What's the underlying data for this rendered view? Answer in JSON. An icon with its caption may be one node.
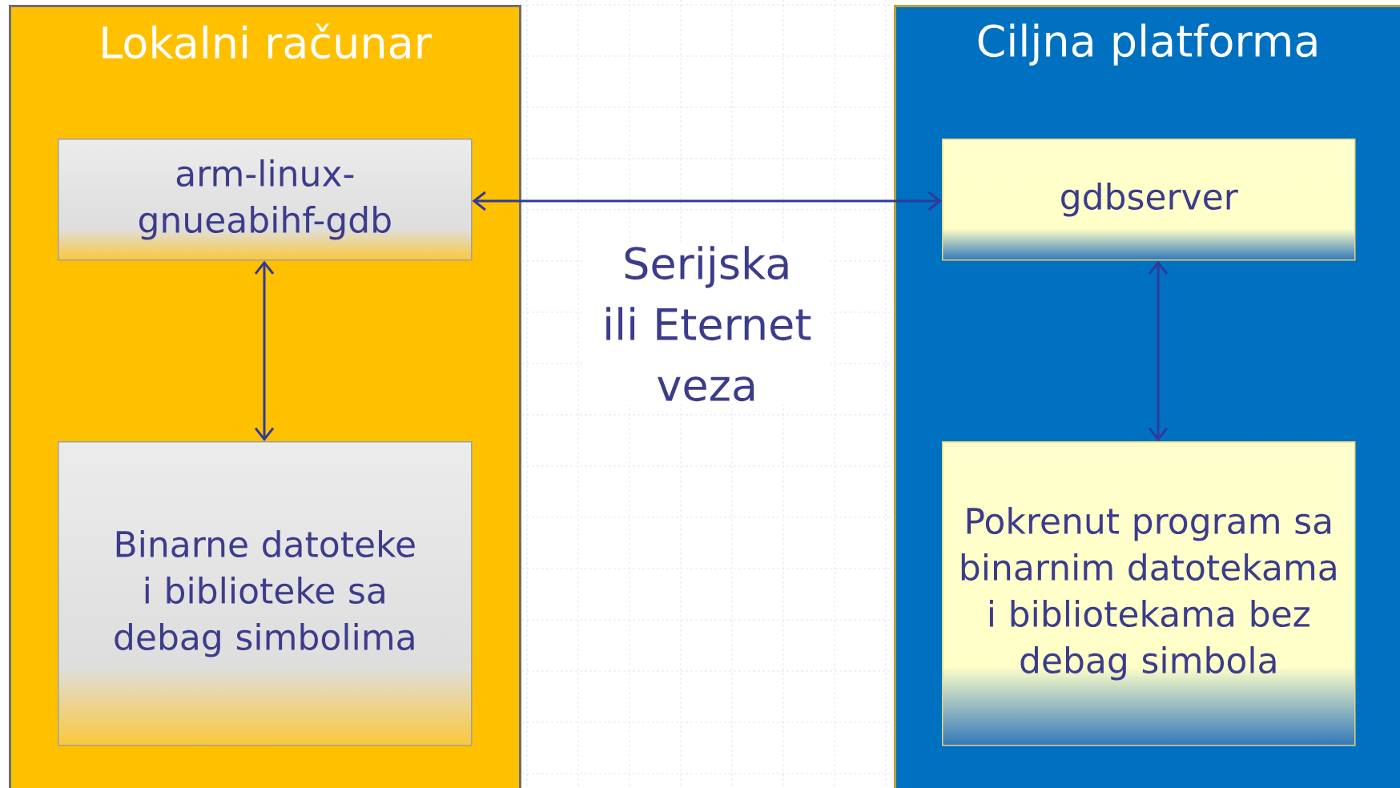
{
  "diagram": {
    "nodes": [
      {
        "text": [
          "Lokalni računar"
        ]
      },
      {
        "text": [
          "arm-linux-gnueabihf-gdb"
        ],
        "in": 0
      },
      {
        "text": [
          "Binarne datoteke i biblioteke sa debag simbolima"
        ],
        "in": 0
      },
      {
        "text": [
          "Ciljna platforma"
        ]
      },
      {
        "text": [
          "gdbserver"
        ],
        "in": 3
      },
      {
        "text": [
          "Pokrenut program sa binarnim datotekama i bibliotekama bez debag simbola"
        ],
        "in": 3
      }
    ],
    "edges": [
      {
        "from": 1,
        "to": 4,
        "arrow": "both",
        "label": "Serijska ili Eternet veza"
      },
      {
        "from": 1,
        "to": 2,
        "arrow": "both"
      },
      {
        "from": 4,
        "to": 5,
        "arrow": "both"
      }
    ]
  }
}
